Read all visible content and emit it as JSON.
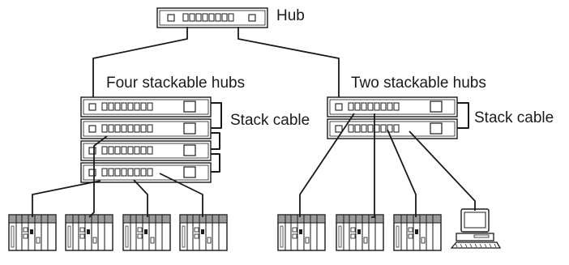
{
  "labels": {
    "hub": "Hub",
    "four_stack": "Four stackable hubs",
    "two_stack": "Two stackable hubs",
    "stack_cable_left": "Stack cable",
    "stack_cable_right": "Stack cable"
  },
  "groups": [
    {
      "name": "four-stackable-hubs",
      "hub_count": 4,
      "plc_count": 4
    },
    {
      "name": "two-stackable-hubs",
      "hub_count": 2,
      "plc_count": 3,
      "computer_count": 1
    }
  ]
}
